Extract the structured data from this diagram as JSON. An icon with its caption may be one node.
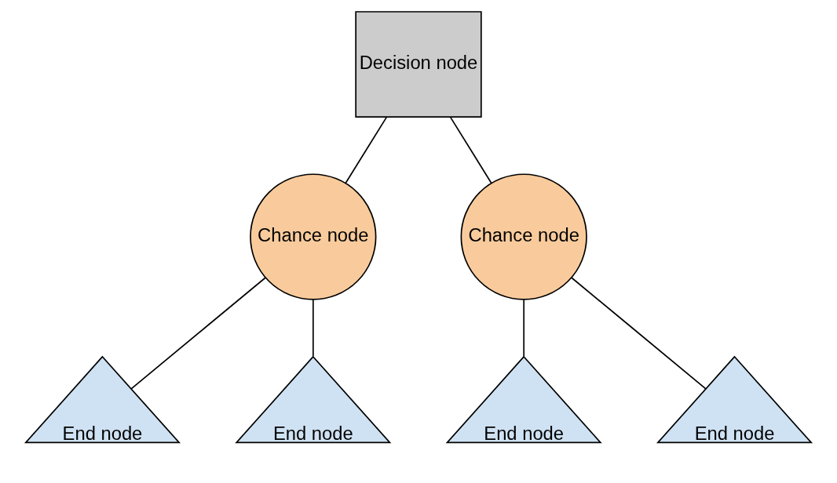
{
  "diagram": {
    "nodes": [
      {
        "text": [
          "Decision node"
        ]
      },
      {
        "text": [
          "Chance node"
        ]
      },
      {
        "text": [
          "Chance node"
        ]
      },
      {
        "text": [
          "End node"
        ]
      },
      {
        "text": [
          "End node"
        ]
      },
      {
        "text": [
          "End node"
        ]
      },
      {
        "text": [
          "End node"
        ]
      }
    ],
    "edges": [
      {
        "from": 0,
        "to": 1,
        "arrow": "none"
      },
      {
        "from": 0,
        "to": 2,
        "arrow": "none"
      },
      {
        "from": 1,
        "to": 3,
        "arrow": "none"
      },
      {
        "from": 1,
        "to": 4,
        "arrow": "none"
      },
      {
        "from": 2,
        "to": 5,
        "arrow": "none"
      },
      {
        "from": 2,
        "to": 6,
        "arrow": "none"
      }
    ]
  }
}
